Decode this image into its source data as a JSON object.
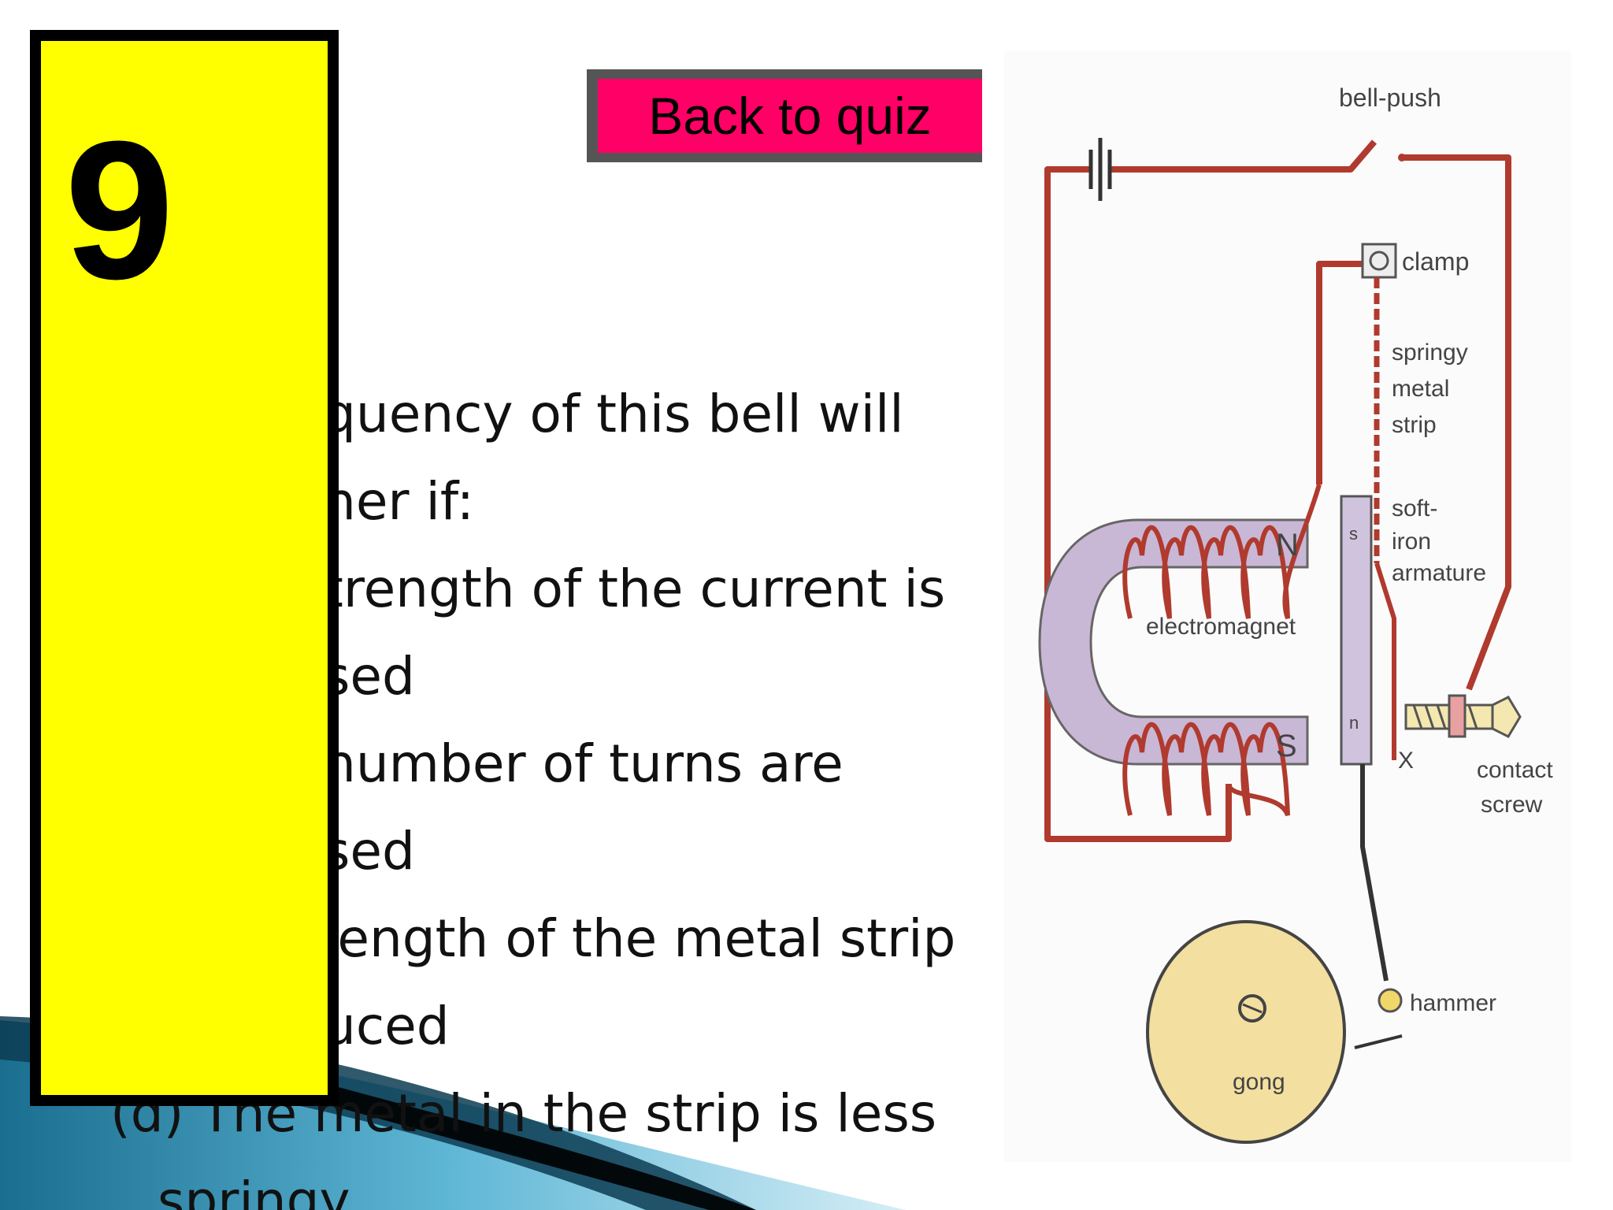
{
  "slide": {
    "number": "9",
    "back_button": "Back to quiz"
  },
  "question": {
    "stem_line1": "quency of this bell will",
    "stem_line2": "her if:",
    "option_a_line1": "trength of the current is",
    "option_a_line2": "sed",
    "option_b_line1": "number of turns are",
    "option_b_line2": "sed",
    "option_c_line1": "length of the metal strip",
    "option_c_line2": "uced",
    "option_d_line1": "(d) The metal in the strip is less",
    "option_d_line2": "springy"
  },
  "diagram": {
    "labels": {
      "bell_push": "bell-push",
      "clamp": "clamp",
      "springy_1": "springy",
      "springy_2": "metal",
      "springy_3": "strip",
      "soft_1": "soft-",
      "soft_2": "iron",
      "soft_3": "armature",
      "electromagnet": "electromagnet",
      "pole_n": "N",
      "pole_s": "S",
      "arm_s": "s",
      "arm_n": "n",
      "x": "X",
      "contact_1": "contact",
      "contact_2": "screw",
      "hammer": "hammer",
      "gong": "gong"
    },
    "colors": {
      "wire": "#c0392b",
      "magnet": "#c9b7d6",
      "gong": "#f3dfa0"
    }
  }
}
